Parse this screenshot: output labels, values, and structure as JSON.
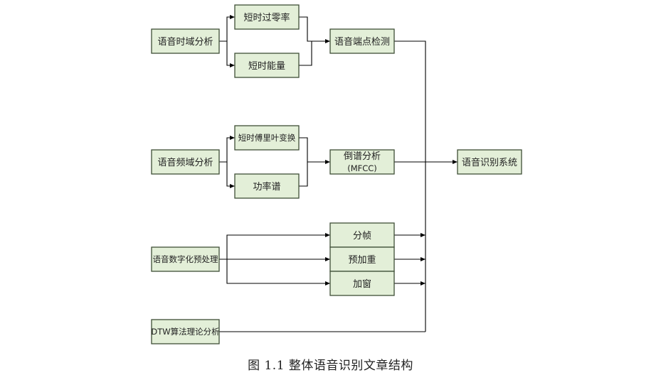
{
  "nodes": {
    "time_domain": "语音时域分析",
    "short_time_zcr": "短时过零率",
    "short_time_energy": "短时能量",
    "endpoint_detection": "语音端点检测",
    "freq_domain": "语音频域分析",
    "stft": "短时傅里叶变换",
    "power_spectrum": "功率谱",
    "cepstrum_line1": "倒谱分析",
    "cepstrum_line2": "(MFCC)",
    "recognition_system": "语音识别系统",
    "digital_preprocess": "语音数字化预处理",
    "framing": "分帧",
    "pre_emphasis": "预加重",
    "windowing": "加窗",
    "dtw": "DTW算法理论分析"
  },
  "caption": "图 1.1  整体语音识别文章结构",
  "colors": {
    "box_fill": "#e3efd8",
    "box_stroke": "#3f4f37",
    "line": "#000000"
  }
}
